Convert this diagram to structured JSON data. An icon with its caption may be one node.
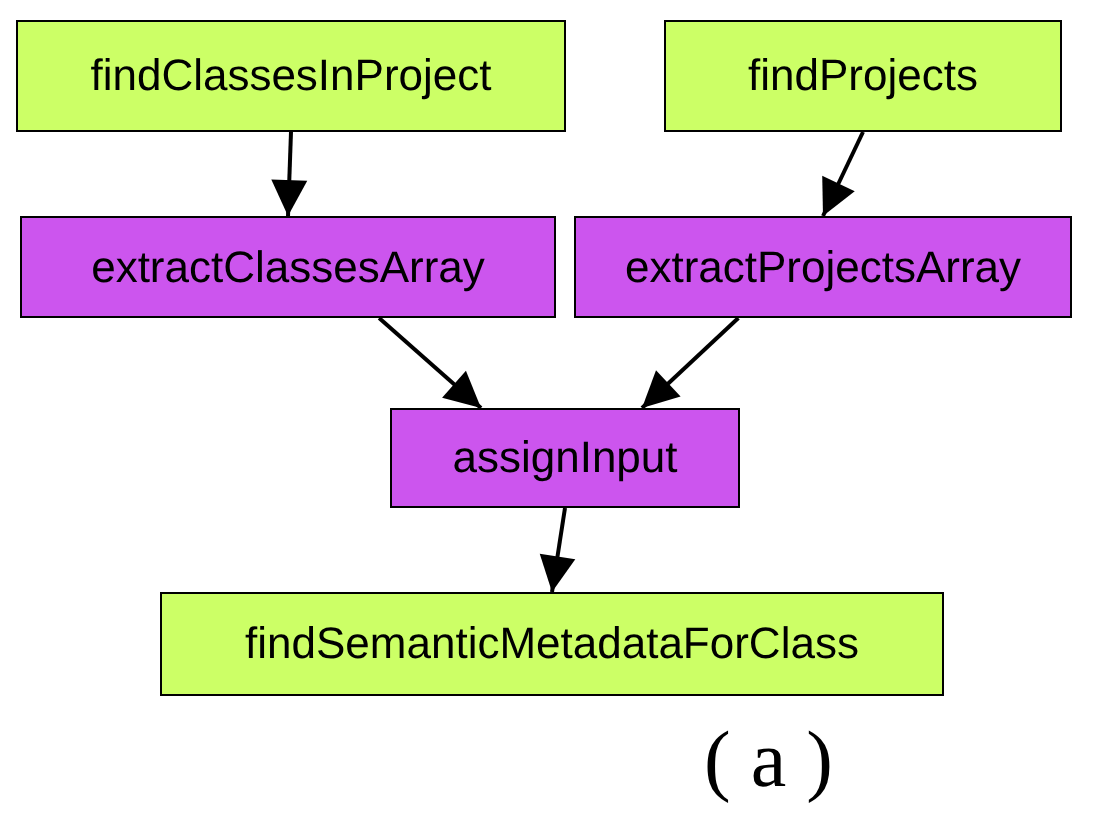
{
  "diagram": {
    "nodes": [
      {
        "text": [
          "findClassesInProject"
        ]
      },
      {
        "text": [
          "findProjects"
        ]
      },
      {
        "text": [
          "extractClassesArray"
        ]
      },
      {
        "text": [
          "extractProjectsArray"
        ]
      },
      {
        "text": [
          "assignInput"
        ]
      },
      {
        "text": [
          "findSemanticMetadataForClass"
        ]
      }
    ],
    "edges": [
      {
        "from": 0,
        "to": 2,
        "arrow": "to"
      },
      {
        "from": 1,
        "to": 3,
        "arrow": "to"
      },
      {
        "from": 2,
        "to": 4,
        "arrow": "to"
      },
      {
        "from": 3,
        "to": 4,
        "arrow": "to"
      },
      {
        "from": 4,
        "to": 5,
        "arrow": "to"
      }
    ],
    "labels": [
      "( a )"
    ]
  }
}
